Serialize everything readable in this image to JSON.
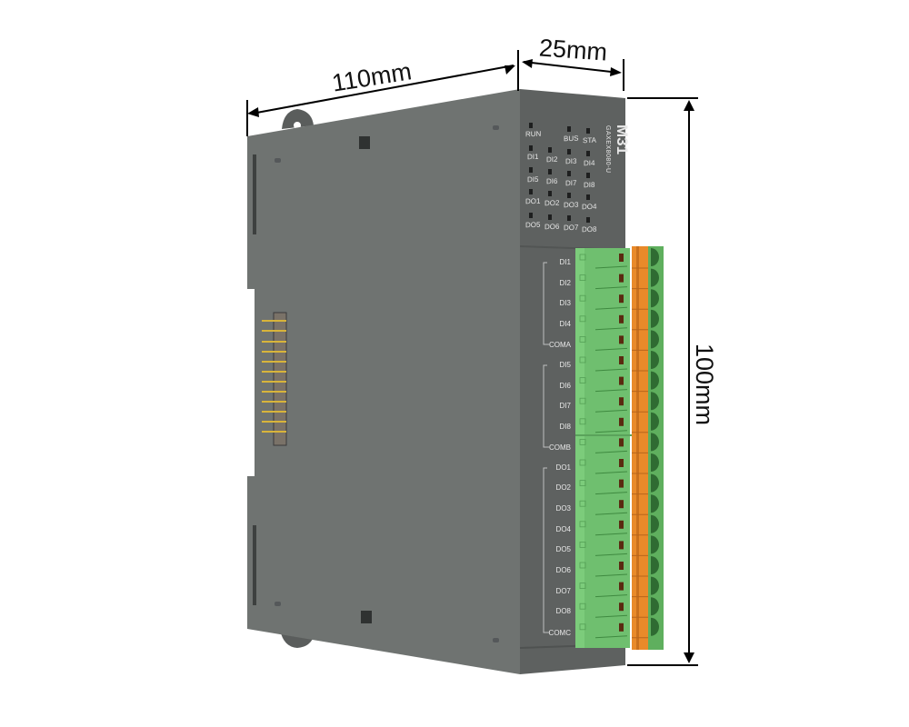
{
  "product": {
    "model": "M31",
    "part_number": "GAXEX8080-U",
    "housing_color": "#6d706e",
    "front_color": "#5d605f",
    "terminal_color": "#6fc070",
    "release_tab_color": "#e98a2a"
  },
  "dimensions": {
    "length": "110mm",
    "width": "25mm",
    "height": "100mm"
  },
  "status_leds": [
    {
      "label": "RUN"
    },
    {
      "label": "BUS"
    },
    {
      "label": "STA"
    },
    {
      "label": "DI1"
    },
    {
      "label": "DI2"
    },
    {
      "label": "DI3"
    },
    {
      "label": "DI4"
    },
    {
      "label": "DI5"
    },
    {
      "label": "DI6"
    },
    {
      "label": "DI7"
    },
    {
      "label": "DI8"
    },
    {
      "label": "DO1"
    },
    {
      "label": "DO2"
    },
    {
      "label": "DO3"
    },
    {
      "label": "DO4"
    },
    {
      "label": "DO5"
    },
    {
      "label": "DO6"
    },
    {
      "label": "DO7"
    },
    {
      "label": "DO8"
    }
  ],
  "terminals": [
    {
      "label": "DI1"
    },
    {
      "label": "DI2"
    },
    {
      "label": "DI3"
    },
    {
      "label": "DI4"
    },
    {
      "label": "COMA"
    },
    {
      "label": "DI5"
    },
    {
      "label": "DI6"
    },
    {
      "label": "DI7"
    },
    {
      "label": "DI8"
    },
    {
      "label": "COMB"
    },
    {
      "label": "DO1"
    },
    {
      "label": "DO2"
    },
    {
      "label": "DO3"
    },
    {
      "label": "DO4"
    },
    {
      "label": "DO5"
    },
    {
      "label": "DO6"
    },
    {
      "label": "DO7"
    },
    {
      "label": "DO8"
    },
    {
      "label": "COMC"
    }
  ]
}
